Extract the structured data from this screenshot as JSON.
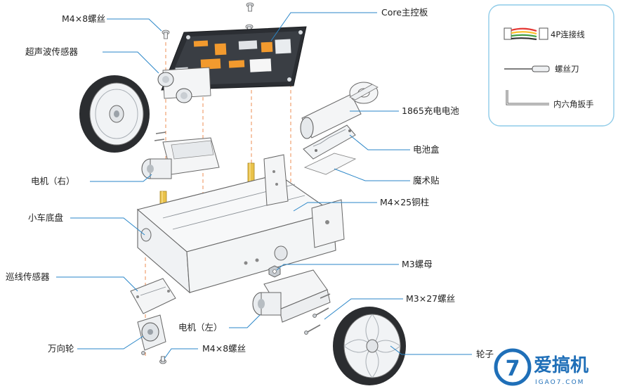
{
  "labels": {
    "screw_m4x8_top": "M4×8螺丝",
    "ultrasonic": "超声波传感器",
    "core_board": "Core主控板",
    "battery_1865": "1865充电电池",
    "battery_box": "电池盒",
    "velcro": "魔术贴",
    "motor_right": "电机（右）",
    "copper_pillar": "M4×25铜柱",
    "chassis": "小车底盘",
    "nut_m3": "M3螺母",
    "line_sensor": "巡线传感器",
    "screw_m3x27": "M3×27螺丝",
    "motor_left": "电机（左）",
    "caster": "万向轮",
    "screw_m4x8_bottom": "M4×8螺丝",
    "wheel": "轮子"
  },
  "tools": {
    "connector": "4P连接线",
    "screwdriver": "螺丝刀",
    "hex_wrench": "内六角扳手"
  },
  "logo": {
    "name": "爱搞机",
    "domain": "IGAO7.COM",
    "mark": "7"
  },
  "colors": {
    "leader": "#2a86c8",
    "dash": "#f0a070",
    "pillar": "#e9c24a",
    "board": "#2b2e33",
    "chip": "#f29a2e",
    "logo": "#1f6fb8"
  }
}
